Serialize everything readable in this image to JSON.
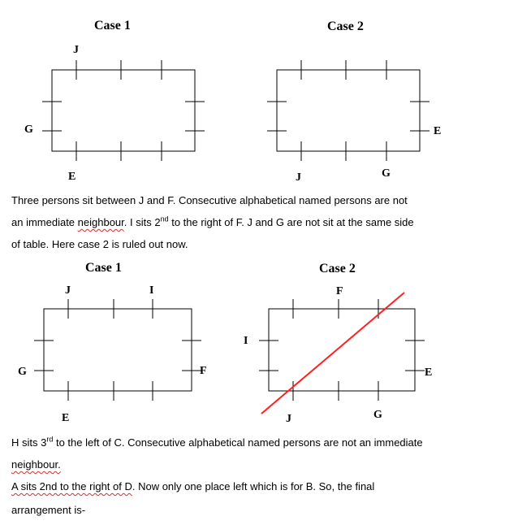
{
  "diagram1": {
    "case1": {
      "title": "Case 1",
      "top": "J",
      "left": "G",
      "bottom": "E"
    },
    "case2": {
      "title": "Case 2",
      "right": "E",
      "bottom1": "J",
      "bottom2": "G"
    }
  },
  "paragraph1": {
    "line1": "Three persons sit between J and F. Consecutive alphabetical named persons are not",
    "line2_pre": "an immediate ",
    "line2_wavy": "neighbour",
    "line2_mid": ". I sits 2",
    "line2_sup": "nd",
    "line2_post": " to the right of F. J and G are not sit at the same side",
    "line3": "of table. Here case 2 is ruled out now."
  },
  "diagram2": {
    "case1": {
      "title": "Case 1",
      "top1": "J",
      "top2": "I",
      "left": "G",
      "right": "F",
      "bottom": "E"
    },
    "case2": {
      "title": "Case 2",
      "top": "F",
      "left": "I",
      "right": "E",
      "bottom1": "J",
      "bottom2": "G",
      "ruled_out": true,
      "cross_color": "#ff2020"
    }
  },
  "paragraph2": {
    "line1_pre": "H sits 3",
    "line1_sup": "rd",
    "line1_post": " to the left of C. Consecutive alphabetical named persons are not an immediate",
    "line2": "neighbour.",
    "line3_wavy": "A sits 2nd to the right of D",
    "line3_post": ". Now only one place left which is for B. So, the final",
    "line4": "arrangement is-"
  }
}
